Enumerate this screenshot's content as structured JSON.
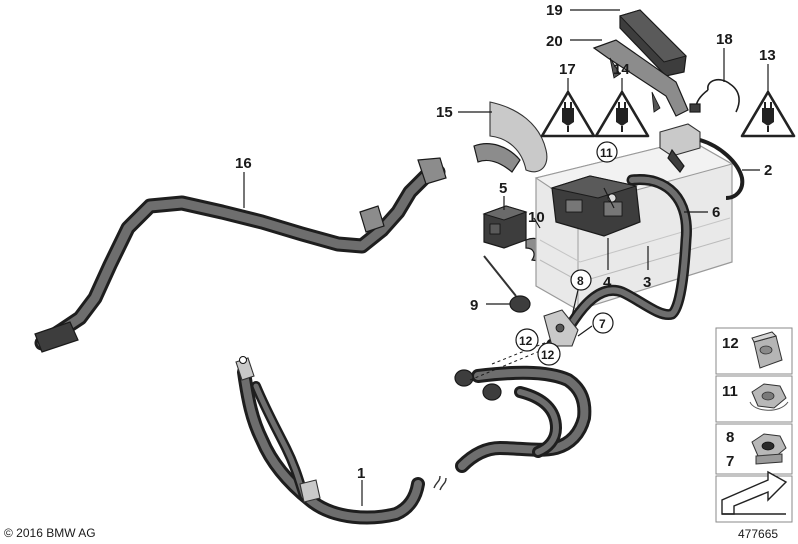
{
  "diagram": {
    "copyright": "© 2016 BMW AG",
    "diagram_number": "477665",
    "part_labels": {
      "p1": "1",
      "p2": "2",
      "p3": "3",
      "p4": "4",
      "p5": "5",
      "p6": "6",
      "p9": "9",
      "p10": "10",
      "p13": "13",
      "p14": "14",
      "p15": "15",
      "p16": "16",
      "p17": "17",
      "p18": "18",
      "p19": "19",
      "p20": "20"
    },
    "circled_labels": {
      "c11": "11",
      "c8": "8",
      "c7": "7",
      "c12a": "12",
      "c12b": "12"
    },
    "side_panel": {
      "row1": "12",
      "row2": "11",
      "row3a": "8",
      "row3b": "7"
    }
  }
}
